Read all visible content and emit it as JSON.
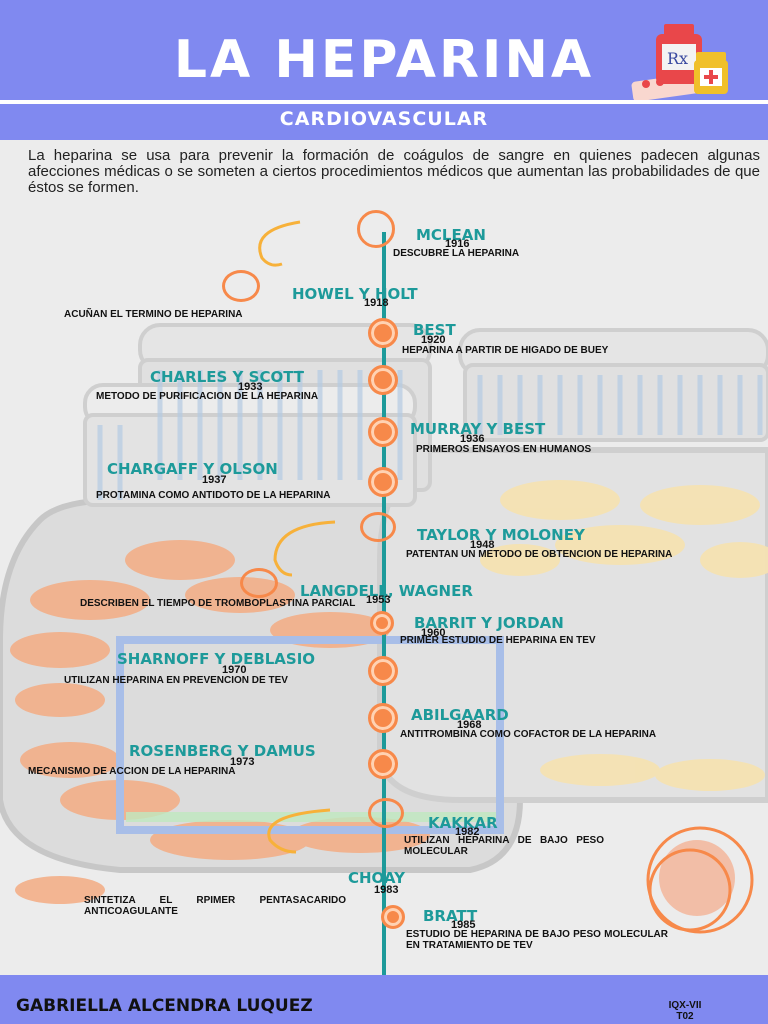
{
  "title": "LA HEPARINA",
  "subtitle": "CARDIOVASCULAR",
  "intro": "La heparina se usa para prevenir la formación de coágulos de sangre en quienes padecen algunas afecciones médicas o se someten a ciertos procedimientos médicos que aumentan las probabilidades de que éstos se formen.",
  "icons": {
    "header": "medicine-bottle-and-pills-icon"
  },
  "colors": {
    "header": "#8089f0",
    "accent": "#1d9a9a",
    "marker": "#f7894a",
    "background": "#ececec"
  },
  "timeline": [
    {
      "name": "MCLEAN",
      "year": "1916",
      "description": "DESCUBRE LA HEPARINA"
    },
    {
      "name": "HOWEL Y HOLT",
      "year": "1918",
      "description": "ACUÑAN EL TERMINO DE HEPARINA"
    },
    {
      "name": "BEST",
      "year": "1920",
      "description": "HEPARINA A PARTIR DE HIGADO DE BUEY"
    },
    {
      "name": "CHARLES Y SCOTT",
      "year": "1933",
      "description": "METODO DE PURIFICACION DE LA HEPARINA"
    },
    {
      "name": "MURRAY Y BEST",
      "year": "1936",
      "description": "PRIMEROS ENSAYOS EN HUMANOS"
    },
    {
      "name": "CHARGAFF Y OLSON",
      "year": "1937",
      "description": "PROTAMINA COMO ANTIDOTO DE LA HEPARINA"
    },
    {
      "name": "TAYLOR Y MOLONEY",
      "year": "1948",
      "description": "PATENTAN UN METODO DE OBTENCION DE HEPARINA"
    },
    {
      "name": "LANGDELL, WAGNER",
      "year": "1953",
      "description": "DESCRIBEN EL TIEMPO DE TROMBOPLASTINA PARCIAL"
    },
    {
      "name": "BARRIT Y JORDAN",
      "year": "1960",
      "description": "PRIMER ESTUDIO DE HEPARINA EN TEV"
    },
    {
      "name": "SHARNOFF Y DEBLASIO",
      "year": "1970",
      "description": "UTILIZAN HEPARINA EN PREVENCION DE TEV"
    },
    {
      "name": "ABILGAARD",
      "year": "1968",
      "description": "ANTITROMBINA COMO COFACTOR DE LA HEPARINA"
    },
    {
      "name": "ROSENBERG Y DAMUS",
      "year": "1973",
      "description": "MECANISMO DE ACCION DE LA HEPARINA"
    },
    {
      "name": "KAKKAR",
      "year": "1982",
      "description": "UTILIZAN HEPARINA DE BAJO PESO MOLECULAR"
    },
    {
      "name": "CHOAY",
      "year": "1983",
      "description": "SINTETIZA EL RPIMER PENTASACARIDO ANTICOAGULANTE"
    },
    {
      "name": "BRATT",
      "year": "1985",
      "description": "ESTUDIO DE HEPARINA DE BAJO PESO MOLECULAR EN TRATAMIENTO DE TEV"
    }
  ],
  "footer": {
    "author": "GABRIELLA ALCENDRA LUQUEZ",
    "code_line1": "IQX-VII",
    "code_line2": "T02"
  }
}
